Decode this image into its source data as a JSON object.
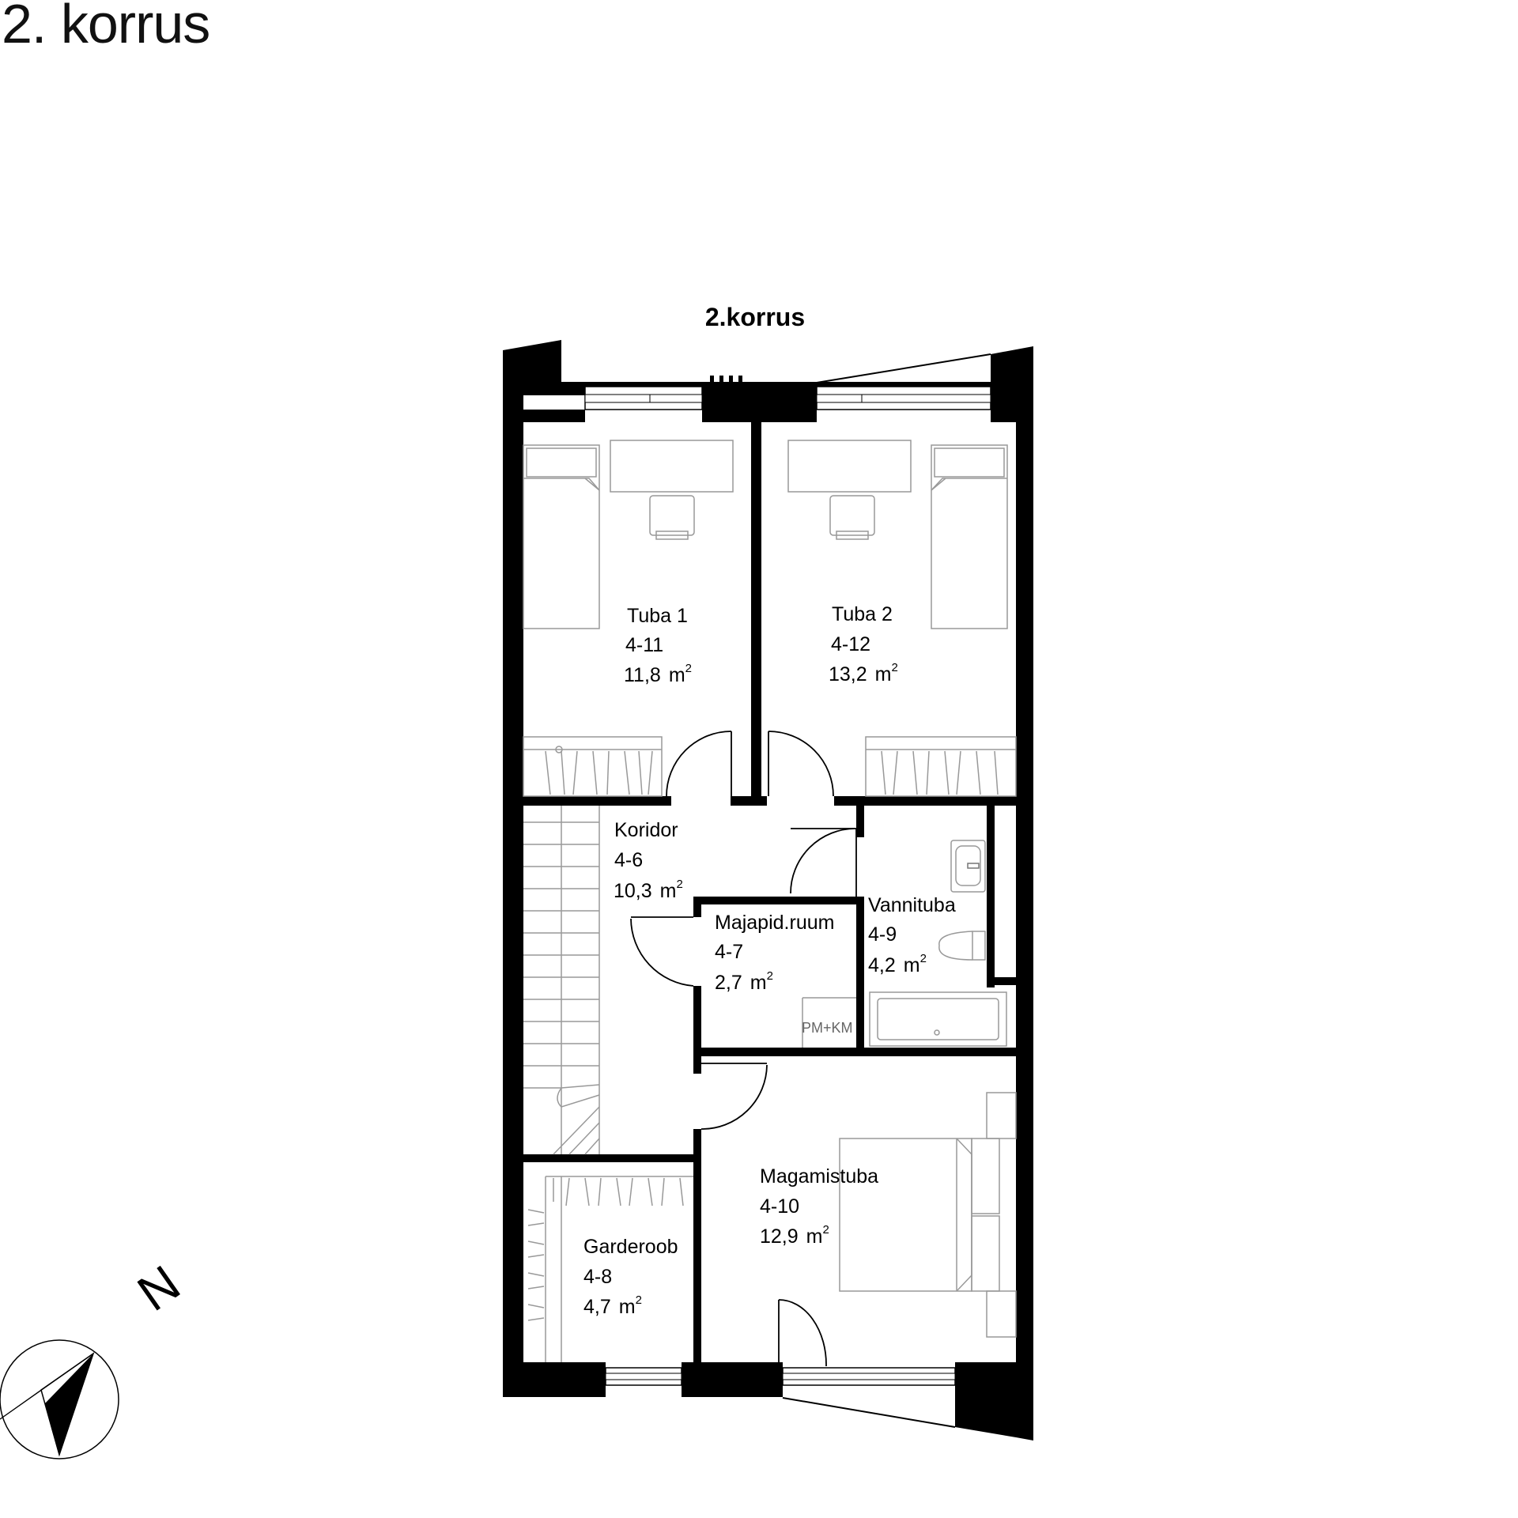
{
  "page_title": "2. korrus",
  "plan_title": "2.korrus",
  "rooms": [
    {
      "name": "Tuba 1",
      "code": "4-11",
      "area": "11,8",
      "unit": "m",
      "exp": "2"
    },
    {
      "name": "Tuba 2",
      "code": "4-12",
      "area": "13,2",
      "unit": "m",
      "exp": "2"
    },
    {
      "name": "Koridor",
      "code": "4-6",
      "area": "10,3",
      "unit": "m",
      "exp": "2"
    },
    {
      "name": "Majapid.ruum",
      "code": "4-7",
      "area": "2,7",
      "unit": "m",
      "exp": "2"
    },
    {
      "name": "Vannituba",
      "code": "4-9",
      "area": "4,2",
      "unit": "m",
      "exp": "2"
    },
    {
      "name": "Magamistuba",
      "code": "4-10",
      "area": "12,9",
      "unit": "m",
      "exp": "2"
    },
    {
      "name": "Garderoob",
      "code": "4-8",
      "area": "4,7",
      "unit": "m",
      "exp": "2"
    }
  ],
  "appliance_label": "PM+KM",
  "compass": {
    "north_label": "N"
  },
  "colors": {
    "wall": "#000000",
    "furniture": "#999999",
    "background": "#ffffff"
  }
}
